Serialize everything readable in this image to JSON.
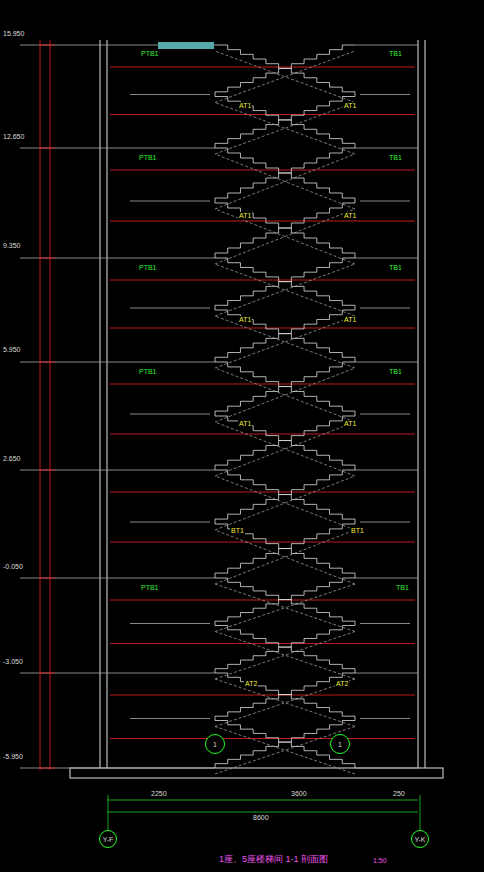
{
  "diagram": {
    "caption": "1座、5座楼梯间 1-1 剖面图",
    "nodes": [
      {
        "text": [
          "Y-F"
        ]
      },
      {
        "text": [
          "Y-K"
        ]
      },
      {
        "text": [
          "1"
        ]
      },
      {
        "text": [
          "1"
        ]
      }
    ],
    "labels": [
      "15.950",
      "12.650",
      "9.350",
      "5.950",
      "2.650",
      "-0.050",
      "-3.050",
      "-5.950",
      "PTB1",
      "TB1",
      "PTB1",
      "TB1",
      "PTB1",
      "TB1",
      "PTB1",
      "TB1",
      "PTB1",
      "TB1",
      "AT1",
      "AT1",
      "AT1",
      "AT1",
      "AT1",
      "AT1",
      "AT1",
      "AT1",
      "BT1",
      "BT1",
      "AT2",
      "AT2",
      "2250",
      "3600",
      "250",
      "8600",
      "1:50"
    ]
  }
}
